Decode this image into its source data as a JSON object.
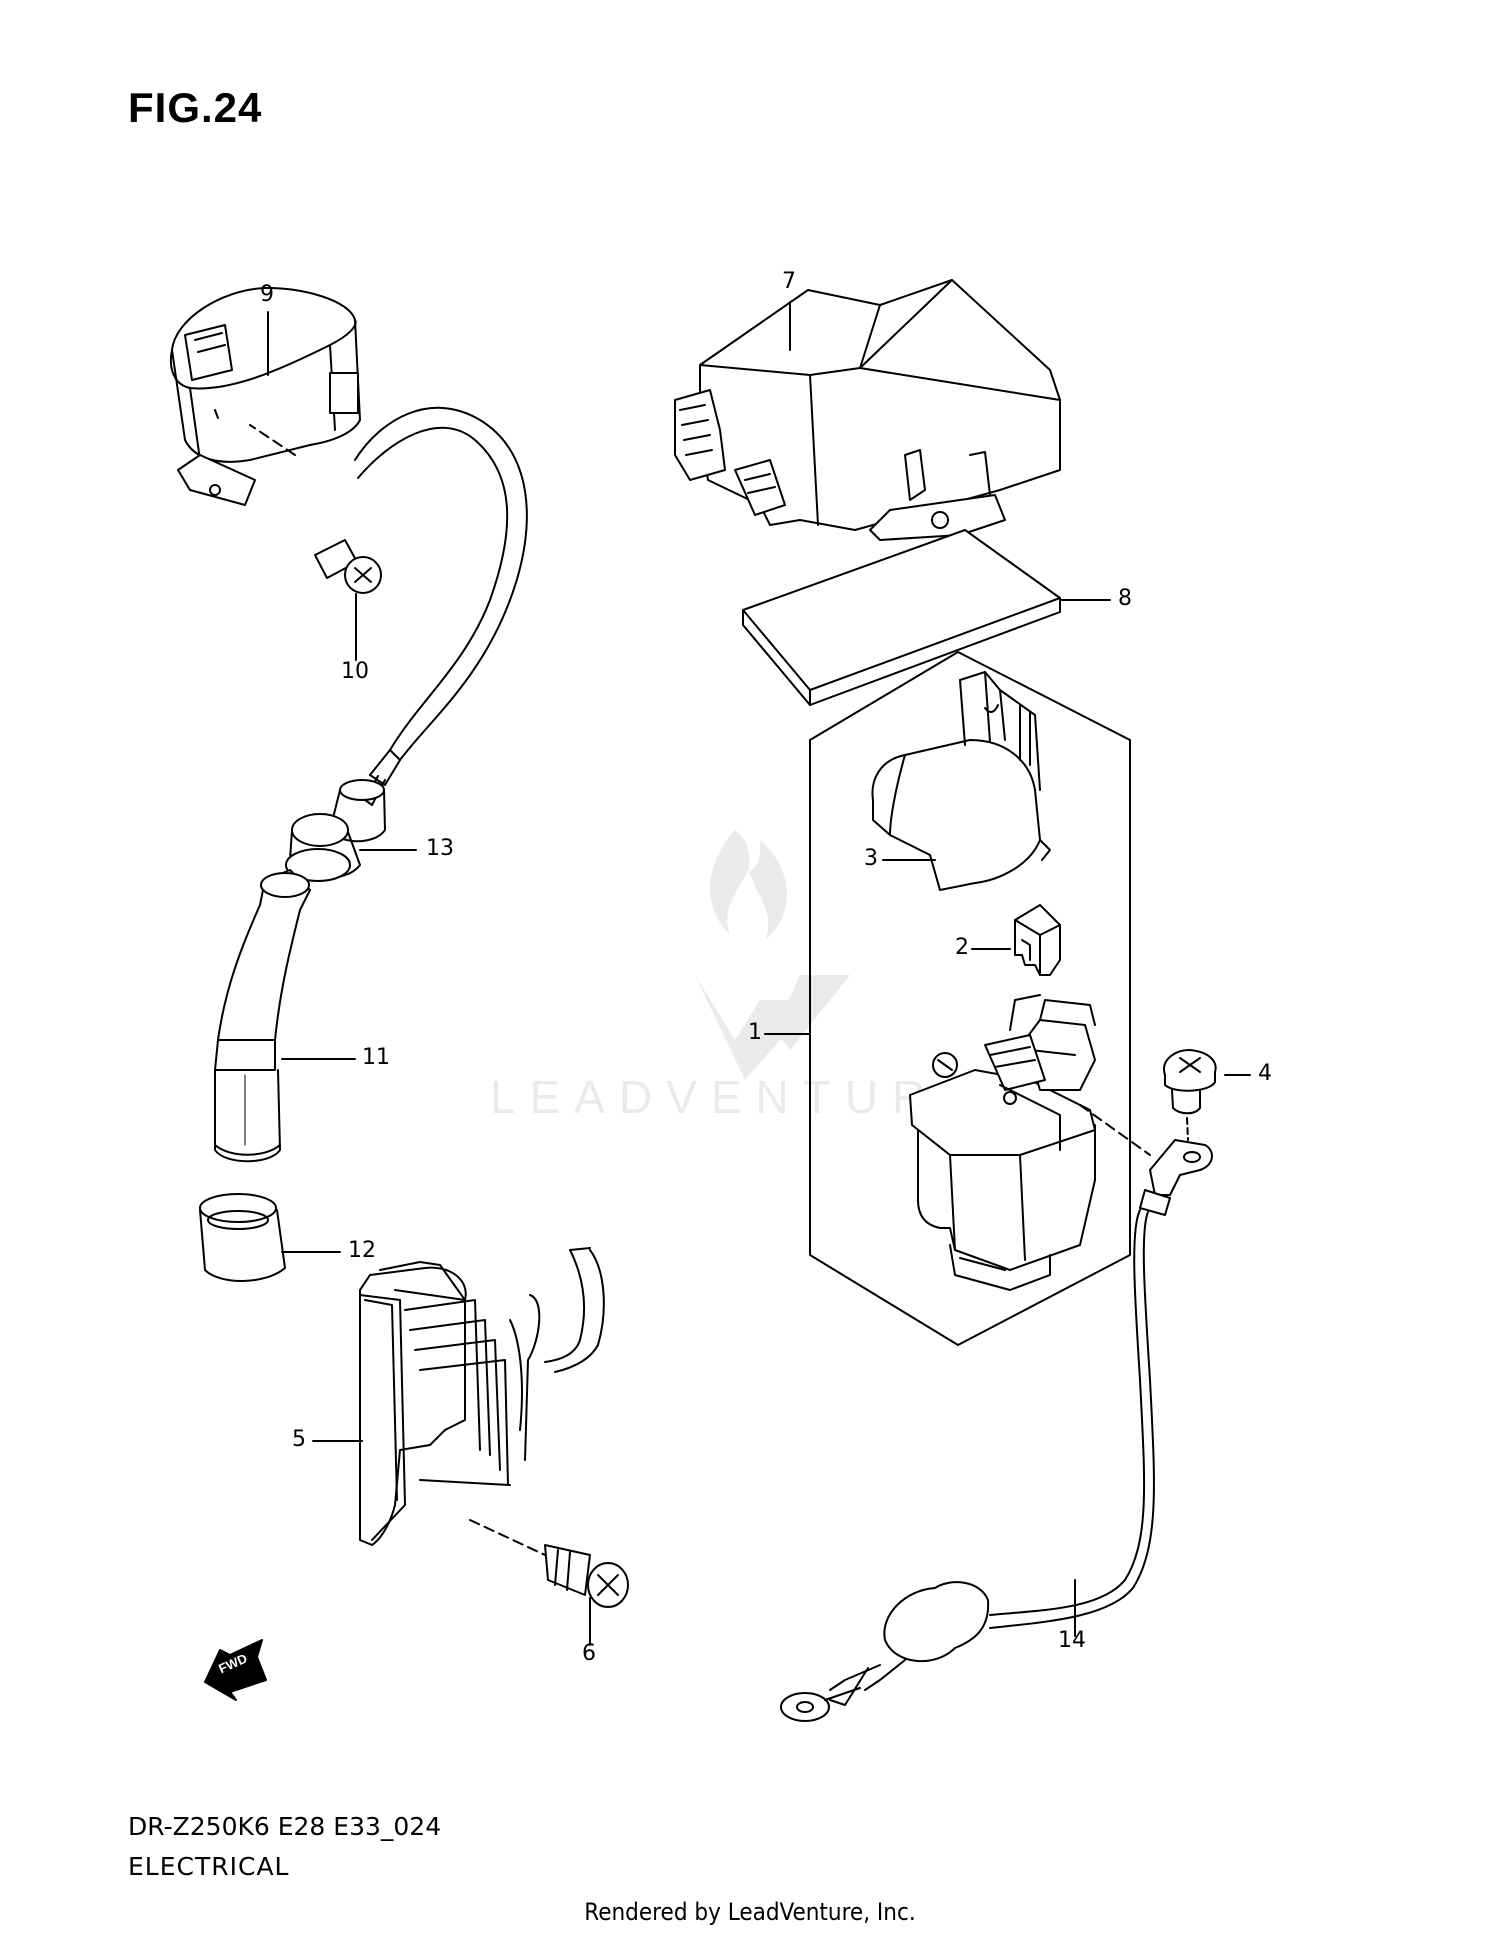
{
  "figure": {
    "title": "FIG.24",
    "model_code": "DR-Z250K6 E28 E33_024",
    "section": "ELECTRICAL",
    "rendered_by": "Rendered by LeadVenture, Inc.",
    "watermark": "LEADVENTURE",
    "direction_marker": "FWD"
  },
  "callouts": [
    {
      "id": "1",
      "text": "1"
    },
    {
      "id": "2",
      "text": "2"
    },
    {
      "id": "3",
      "text": "3"
    },
    {
      "id": "4",
      "text": "4"
    },
    {
      "id": "5",
      "text": "5"
    },
    {
      "id": "6",
      "text": "6"
    },
    {
      "id": "7",
      "text": "7"
    },
    {
      "id": "8",
      "text": "8"
    },
    {
      "id": "9",
      "text": "9"
    },
    {
      "id": "10",
      "text": "10"
    },
    {
      "id": "11",
      "text": "11"
    },
    {
      "id": "12",
      "text": "12"
    },
    {
      "id": "13",
      "text": "13"
    },
    {
      "id": "14",
      "text": "14"
    }
  ],
  "colors": {
    "ink": "#000000",
    "paper": "#ffffff",
    "watermark": "#c8c8c8"
  }
}
